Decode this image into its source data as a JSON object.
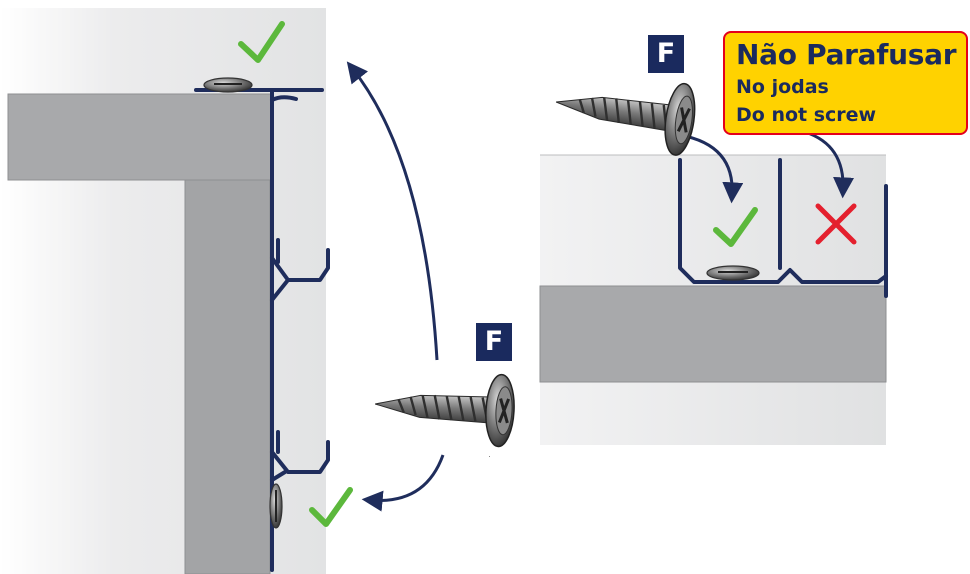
{
  "warning": {
    "title": "Não Parafusar",
    "line1": "No jodas",
    "line2": "Do not screw"
  },
  "badges": {
    "top": "F",
    "middle": "F"
  },
  "marks": {
    "ok": "checkmark-icon",
    "bad": "cross-icon"
  },
  "colors": {
    "profile": "#1f2d5c",
    "ok": "#5cb83c",
    "bad": "#e4202e",
    "warning_bg": "#ffd200",
    "warning_border": "#e4001b",
    "panel": "#a8a9ab",
    "wall": "#e8e8e9"
  }
}
